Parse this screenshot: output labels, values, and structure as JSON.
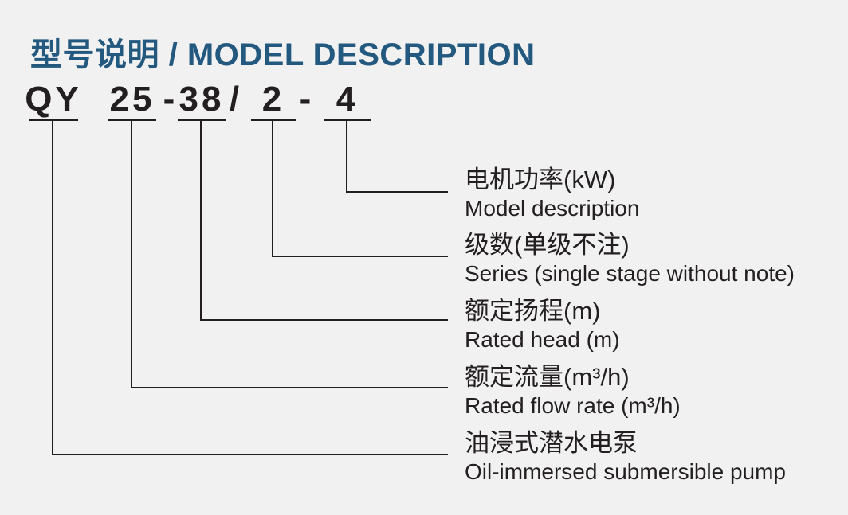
{
  "colors": {
    "background": "#f1f1f2",
    "title_blue": "#23587f",
    "ink": "#231f20"
  },
  "header": {
    "title": "型号说明 / MODEL DESCRIPTION"
  },
  "model_code": {
    "full": "QY 25-38/2-4",
    "prefix": "QY",
    "flow": "25",
    "sep1": "-",
    "head": "38",
    "sep2": "/",
    "stages": "2",
    "sep3": "-",
    "power": "4"
  },
  "labels": [
    {
      "cn": "电机功率(kW)",
      "en": "Model description"
    },
    {
      "cn": "级数(单级不注)",
      "en": "Series (single stage without note)"
    },
    {
      "cn": "额定扬程(m)",
      "en": "Rated head (m)"
    },
    {
      "cn": "额定流量(m³/h)",
      "en": "Rated flow rate (m³/h)"
    },
    {
      "cn": "油浸式潜水电泵",
      "en": "Oil-immersed submersible pump"
    }
  ]
}
